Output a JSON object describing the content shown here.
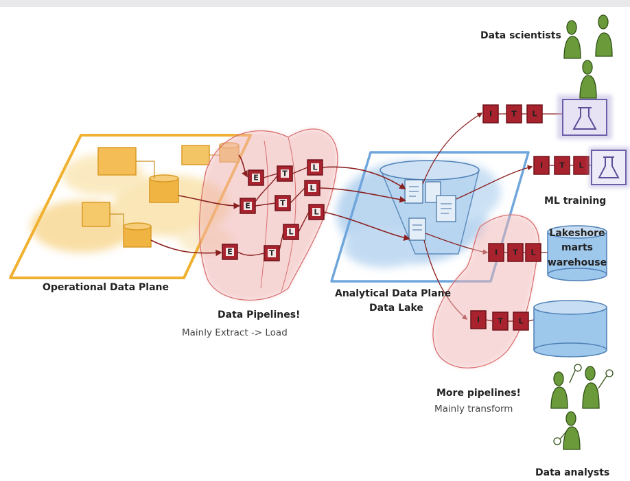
{
  "labels": {
    "operational_plane": "Operational Data Plane",
    "pipelines_title": "Data Pipelines!",
    "pipelines_sub": "Mainly Extract -> Load",
    "analytical_line1": "Analytical Data Plane",
    "analytical_line2": "Data Lake",
    "more_pipelines_title": "More pipelines!",
    "more_pipelines_sub": "Mainly transform",
    "data_scientists": "Data scientists",
    "ml_training": "ML training",
    "lakeshore_line1": "Lakeshore",
    "lakeshore_line2": "marts",
    "lakeshore_line3": "warehouse",
    "data_analysts": "Data analysts"
  },
  "etl_letters": {
    "extract": "E",
    "transform": "T",
    "load": "L"
  },
  "itl_letters": {
    "first": "I",
    "second": "T",
    "third": "L"
  },
  "colors": {
    "operational": "#f0b73a",
    "pipelines": "#e8a0a0",
    "analytical": "#7fb0e0",
    "step_box": "#a8232e",
    "scientist_tool": "#8b7fc0",
    "person": "#6a9a3a"
  },
  "icons": [
    "flask-icon",
    "person-icon",
    "magnifier-icon",
    "database-icon",
    "document-icon"
  ]
}
